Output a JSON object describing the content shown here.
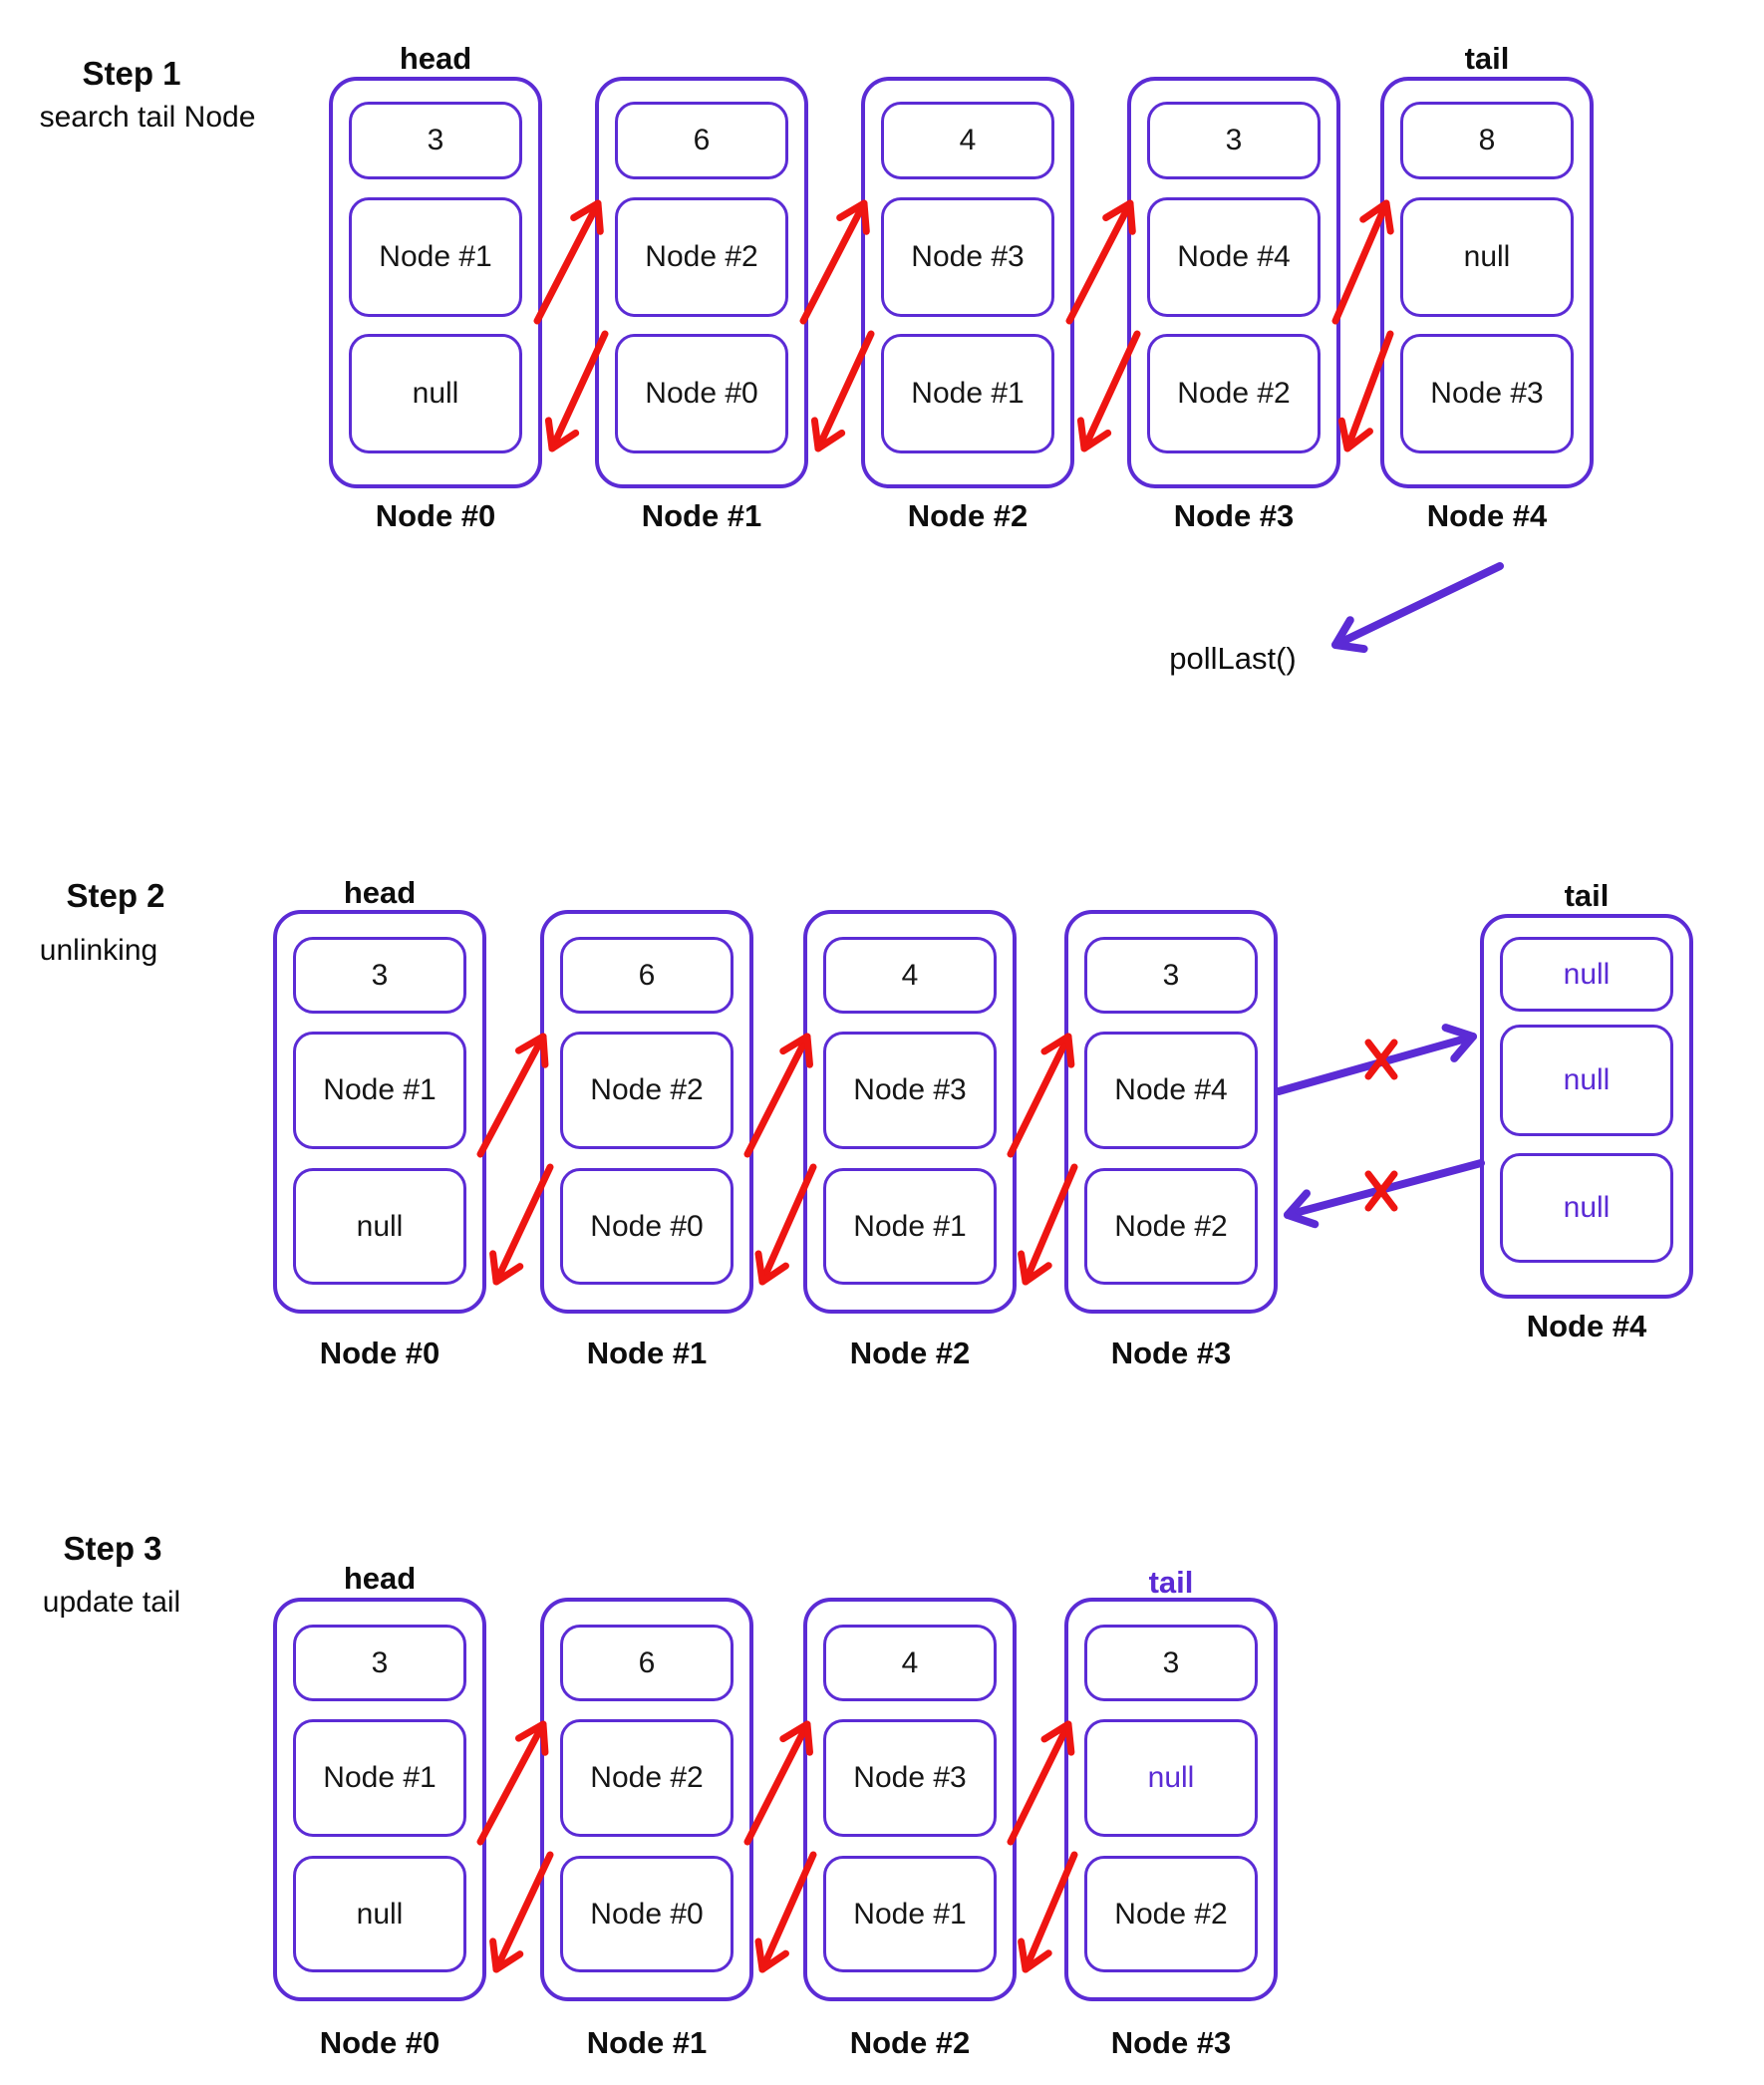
{
  "colors": {
    "purple": "#5b2bd5",
    "red": "#ee1511",
    "text": "#111111"
  },
  "steps": {
    "step1": {
      "title": "Step 1",
      "subtitle": "search tail Node",
      "head": "head",
      "tail": "tail",
      "annotation": "pollLast()",
      "nodes": [
        {
          "name": "Node #0",
          "value": "3",
          "next": "Node #1",
          "prev": "null"
        },
        {
          "name": "Node #1",
          "value": "6",
          "next": "Node #2",
          "prev": "Node #0"
        },
        {
          "name": "Node #2",
          "value": "4",
          "next": "Node #3",
          "prev": "Node #1"
        },
        {
          "name": "Node #3",
          "value": "3",
          "next": "Node #4",
          "prev": "Node #2"
        },
        {
          "name": "Node #4",
          "value": "8",
          "next": "null",
          "prev": "Node #3"
        }
      ]
    },
    "step2": {
      "title": "Step 2",
      "subtitle": "unlinking",
      "head": "head",
      "tail": "tail",
      "x_mark": "x",
      "nodes": [
        {
          "name": "Node #0",
          "value": "3",
          "next": "Node #1",
          "prev": "null"
        },
        {
          "name": "Node #1",
          "value": "6",
          "next": "Node #2",
          "prev": "Node #0"
        },
        {
          "name": "Node #2",
          "value": "4",
          "next": "Node #3",
          "prev": "Node #1"
        },
        {
          "name": "Node #3",
          "value": "3",
          "next": "Node #4",
          "prev": "Node #2"
        },
        {
          "name": "Node #4",
          "value": "null",
          "next": "null",
          "prev": "null"
        }
      ]
    },
    "step3": {
      "title": "Step 3",
      "subtitle": "update tail",
      "head": "head",
      "tail": "tail",
      "nodes": [
        {
          "name": "Node #0",
          "value": "3",
          "next": "Node #1",
          "prev": "null"
        },
        {
          "name": "Node #1",
          "value": "6",
          "next": "Node #2",
          "prev": "Node #0"
        },
        {
          "name": "Node #2",
          "value": "4",
          "next": "Node #3",
          "prev": "Node #1"
        },
        {
          "name": "Node #3",
          "value": "3",
          "next": "null",
          "prev": "Node #2"
        }
      ]
    }
  }
}
